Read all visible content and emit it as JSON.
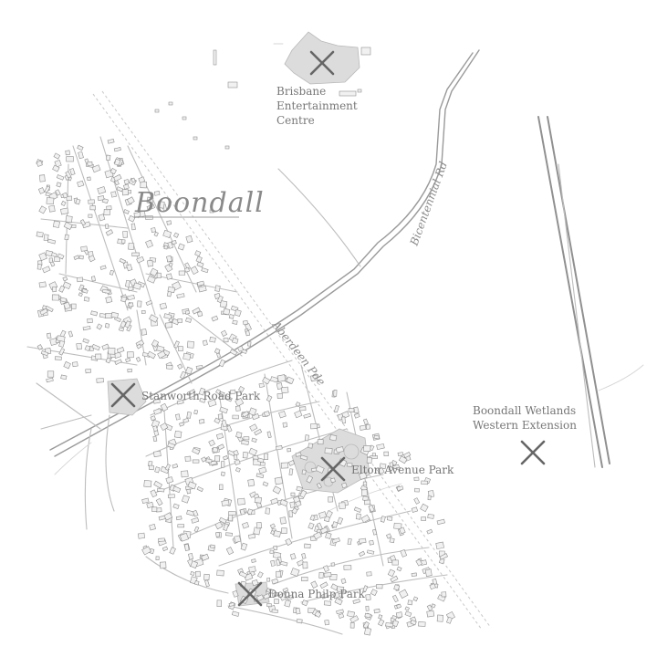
{
  "map": {
    "suburb": "Boondall",
    "roads": {
      "bicentennial": "Bicentennial Rd",
      "aberdeen": "Aberdeen Pde"
    },
    "places": {
      "entertainment_centre": [
        "Brisbane",
        "Entertainment",
        "Centre"
      ],
      "stanworth": "Stanworth Road Park",
      "elton": "Elton Avenue Park",
      "wetlands": [
        "Boondall Wetlands",
        "Western Extension"
      ],
      "donna": "Donna Philp Park"
    },
    "colors": {
      "background": "#ffffff",
      "road": "#bdbdbd",
      "building": "#8f8f8f",
      "marker": "#666666",
      "label": "#777777"
    },
    "marker_icon": "x-cross"
  }
}
